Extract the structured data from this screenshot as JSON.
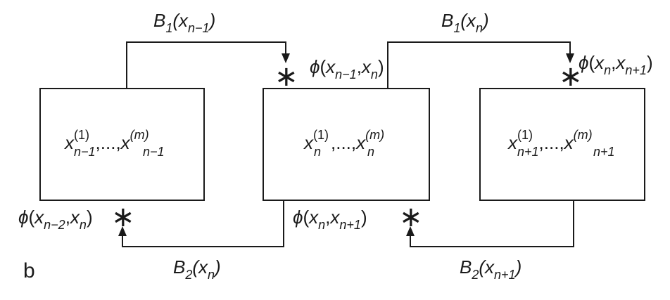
{
  "panel_label": "b",
  "boxes": [
    {
      "name": "box-n-minus-1",
      "fn": "x",
      "sup_first": "(1)",
      "sup_last": "(m)",
      "sub": "n−1",
      "sep": ",...,"
    },
    {
      "name": "box-n",
      "fn": "x",
      "sup_first": "(1)",
      "sup_last": "(m)",
      "sub": "n",
      "sep": ",...,"
    },
    {
      "name": "box-n-plus-1",
      "fn": "x",
      "sup_first": "(1)",
      "sup_last": "(m)",
      "sub": "n+1",
      "sep": ",...,"
    }
  ],
  "messages": {
    "B1_prev": {
      "fn": "B",
      "fn_sub": "1",
      "arg": "x",
      "arg_sub": "n−1"
    },
    "B1_curr": {
      "fn": "B",
      "fn_sub": "1",
      "arg": "x",
      "arg_sub": "n"
    },
    "B2_curr": {
      "fn": "B",
      "fn_sub": "2",
      "arg": "x",
      "arg_sub": "n"
    },
    "B2_next": {
      "fn": "B",
      "fn_sub": "2",
      "arg": "x",
      "arg_sub": "n+1"
    }
  },
  "potentials": {
    "phi_prev_curr": {
      "fn": "ϕ",
      "a": "x",
      "a_sub": "n−1",
      "b": "x",
      "b_sub": "n"
    },
    "phi_curr_next_top": {
      "fn": "ϕ",
      "a": "x",
      "a_sub": "n",
      "b": "x",
      "b_sub": "n+1"
    },
    "phi_prev2_curr": {
      "fn": "ϕ",
      "a": "x",
      "a_sub": "n−2",
      "b": "x",
      "b_sub": "n"
    },
    "phi_curr_next_bottom": {
      "fn": "ϕ",
      "a": "x",
      "a_sub": "n",
      "b": "x",
      "b_sub": "n+1"
    }
  },
  "star_symbol": "∗"
}
